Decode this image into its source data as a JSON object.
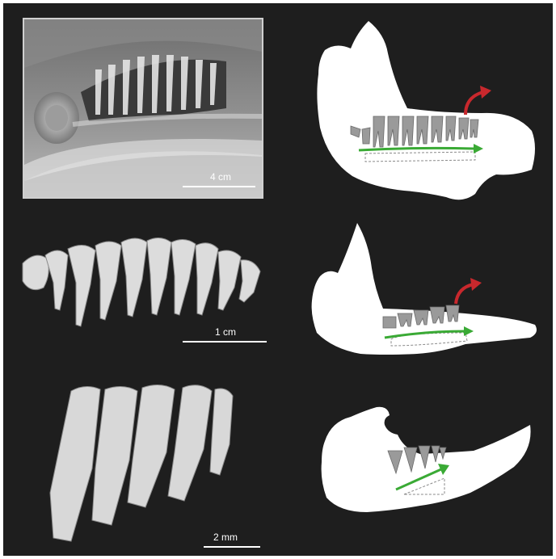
{
  "scale_bars": {
    "xray": "4 cm",
    "molars": "1 cm",
    "incisors": "2 mm"
  },
  "colors": {
    "background": "#1e1e1e",
    "jaw_silhouette": "#ffffff",
    "tooth_fill": "#9a9a9a",
    "growth_arrow": "#3aaa35",
    "eruption_arrow": "#c8282d"
  }
}
